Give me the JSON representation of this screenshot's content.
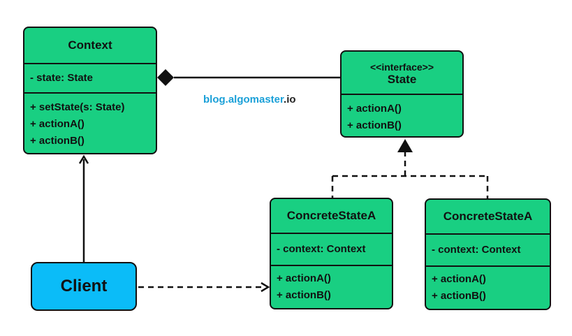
{
  "colors": {
    "class_fill": "#19cf82",
    "client_fill": "#0bbcf8",
    "stroke": "#111111",
    "watermark_blue": "#1aa0d8"
  },
  "context": {
    "name": "Context",
    "attributes": [
      "- state: State"
    ],
    "operations": [
      "+ setState(s: State)",
      "+ actionA()",
      "+ actionB()"
    ]
  },
  "state": {
    "stereotype": "<<interface>>",
    "name": "State",
    "operations": [
      "+ actionA()",
      "+ actionB()"
    ]
  },
  "concrete_a": {
    "name": "ConcreteStateA",
    "attributes": [
      "- context: Context"
    ],
    "operations": [
      "+ actionA()",
      "+ actionB()"
    ]
  },
  "concrete_b": {
    "name": "ConcreteStateA",
    "attributes": [
      "- context: Context"
    ],
    "operations": [
      "+ actionA()",
      "+ actionB()"
    ]
  },
  "client": {
    "name": "Client"
  },
  "watermark": {
    "part1": "blog.algomaster",
    "part2": ".io"
  }
}
